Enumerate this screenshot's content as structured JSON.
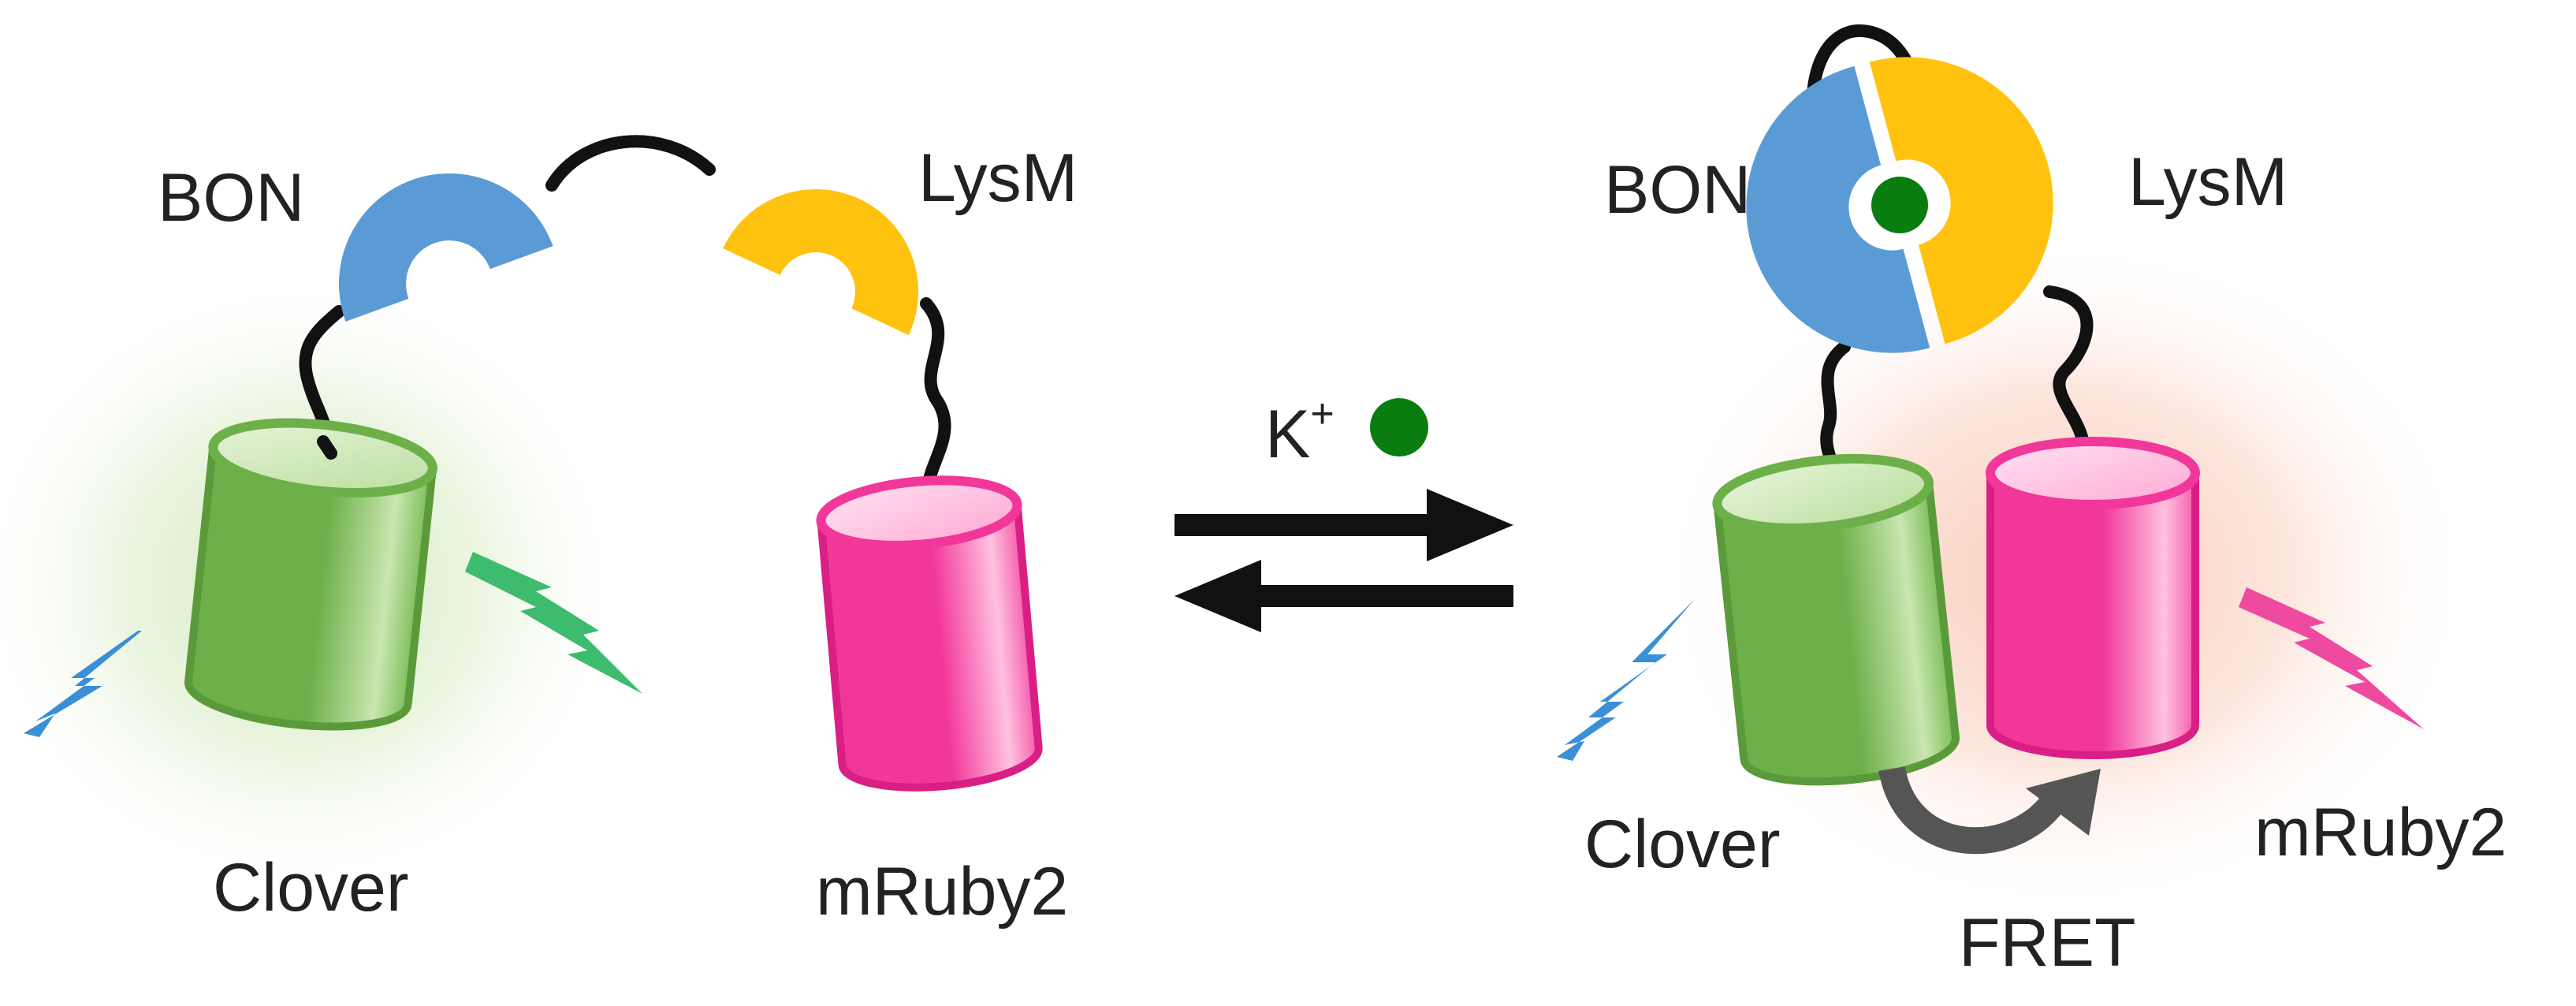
{
  "left_state": {
    "labels": {
      "bon": "BON",
      "lysm": "LysM",
      "clover": "Clover",
      "mruby2": "mRuby2"
    }
  },
  "equilibrium": {
    "ion_label": "K",
    "ion_charge": "+"
  },
  "right_state": {
    "labels": {
      "bon": "BON",
      "lysm": "LysM",
      "clover": "Clover",
      "mruby2": "mRuby2",
      "fret": "FRET"
    }
  },
  "colors": {
    "clover_green": "#6db04a",
    "clover_green_light": "#9fd07a",
    "ruby_pink": "#f2379b",
    "ruby_pink_light": "#ff9fcf",
    "bon_blue": "#5b9bd5",
    "lysm_yellow": "#ffc20e",
    "ion_green": "#0a7d10",
    "excitation_blue": "#3b8fd6",
    "emission_green": "#3dbb6e",
    "emission_pink": "#ee4aa0",
    "linker_black": "#111111",
    "fret_arrow_gray": "#555555"
  },
  "icons": [
    "excitation-bolt-icon",
    "emission-bolt-icon",
    "equilibrium-arrows-icon",
    "potassium-ion-icon",
    "fret-arrow-icon"
  ]
}
